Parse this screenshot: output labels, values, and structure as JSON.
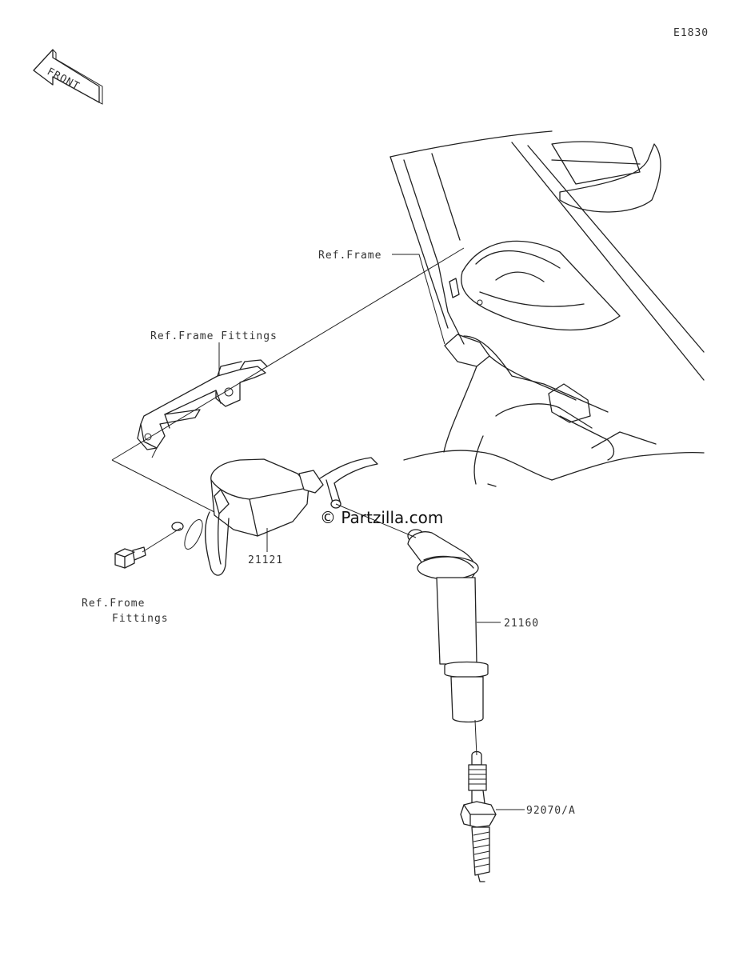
{
  "diagram_code": "E1830",
  "front_arrow_label": "FRONT",
  "watermark": "© Partzilla.com",
  "labels": {
    "ref_frame": "Ref.Frame",
    "ref_frame_fittings_top": "Ref.Frame Fittings",
    "ref_frome_line1": "Ref.Frome",
    "ref_frome_line2": "Fittings",
    "part_21121": "21121",
    "part_21160": "21160",
    "part_92070": "92070/A"
  }
}
